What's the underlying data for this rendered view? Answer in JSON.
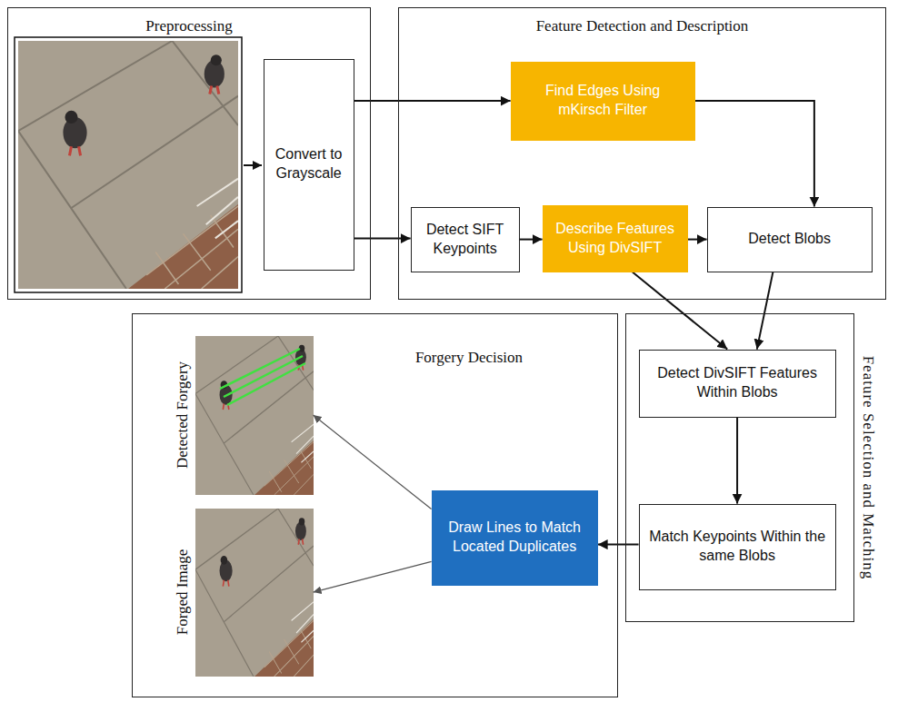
{
  "diagram": {
    "nodes": [
      {
        "text": [
          "Preprocessing"
        ]
      },
      {
        "text": [
          "Convert to Grayscale"
        ],
        "in": 0
      },
      {
        "text": [
          "Feature Detection and Description"
        ]
      },
      {
        "text": [
          "Find Edges Using mKirsch Filter"
        ],
        "in": 2
      },
      {
        "text": [
          "Detect SIFT Keypoints"
        ],
        "in": 2
      },
      {
        "text": [
          "Describe Features Using DivSIFT"
        ],
        "in": 2
      },
      {
        "text": [
          "Detect Blobs"
        ],
        "in": 2
      },
      {
        "text": [
          "Forgery Decision"
        ]
      },
      {
        "text": [
          "Detected Forgery"
        ],
        "in": 7
      },
      {
        "text": [
          "Forged Image"
        ],
        "in": 7
      },
      {
        "text": [
          "Draw Lines to Match Located Duplicates"
        ],
        "in": 7
      },
      {
        "text": [
          "Feature Selection and Matching"
        ]
      },
      {
        "text": [
          "Detect DivSIFT Features Within Blobs"
        ],
        "in": 11
      },
      {
        "text": [
          "Match Keypoints Within the same Blobs"
        ],
        "in": 11
      }
    ],
    "edges": [
      {
        "from": 1,
        "to": 3,
        "arrow": "to"
      },
      {
        "from": 1,
        "to": 4,
        "arrow": "to"
      },
      {
        "from": 4,
        "to": 5,
        "arrow": "to"
      },
      {
        "from": 5,
        "to": 6,
        "arrow": "to"
      },
      {
        "from": 3,
        "to": 6,
        "arrow": "to"
      },
      {
        "from": 5,
        "to": 12,
        "arrow": "to"
      },
      {
        "from": 6,
        "to": 12,
        "arrow": "to"
      },
      {
        "from": 12,
        "to": 13,
        "arrow": "to"
      },
      {
        "from": 13,
        "to": 10,
        "arrow": "to"
      },
      {
        "from": 10,
        "to": 8,
        "arrow": "to"
      },
      {
        "from": 10,
        "to": 9,
        "arrow": "to"
      }
    ]
  }
}
